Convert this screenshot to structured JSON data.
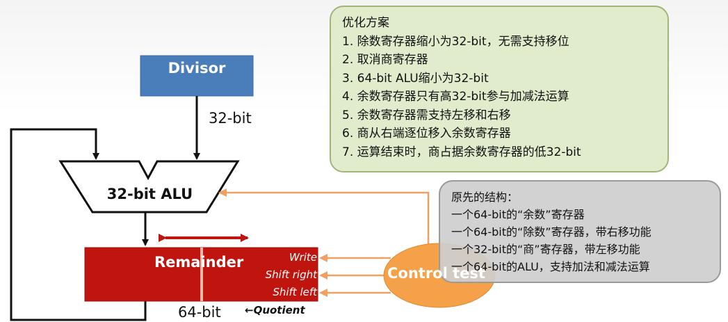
{
  "diagram": {
    "divisor_label": "Divisor",
    "divisor_width": "32-bit",
    "alu_label": "32-bit ALU",
    "remainder_label": "Remainder",
    "remainder_width": "64-bit",
    "quotient_label": "←Quotient",
    "signals": [
      "Write",
      "Shift right",
      "Shift left"
    ],
    "control_label": "Control test"
  },
  "optimization": {
    "title": "优化方案",
    "items": [
      "1. 除数寄存器缩小为32-bit，无需支持移位",
      "2. 取消商寄存器",
      "3. 64-bit ALU缩小为32-bit",
      "4. 余数寄存器只有高32-bit参与加减法运算",
      "5. 余数寄存器需支持左移和右移",
      "6. 商从右端逐位移入余数寄存器",
      "7. 运算结束时，商占据余数寄存器的低32-bit"
    ]
  },
  "original": {
    "title": "原先的结构：",
    "items": [
      "一个64-bit的“余数”寄存器",
      "一个64-bit的“除数”寄存器，带右移功能",
      "一个32-bit的“商”寄存器，带左移功能",
      "一个64-bit的ALU，支持加法和减法运算"
    ]
  },
  "colors": {
    "divisor": "#4a7ebb",
    "remainder": "#c0150f",
    "control": "#f4a14a",
    "arrow_orange": "#f0a060",
    "opt_bg": "#e1eccd",
    "orig_bg": "#cecece"
  }
}
